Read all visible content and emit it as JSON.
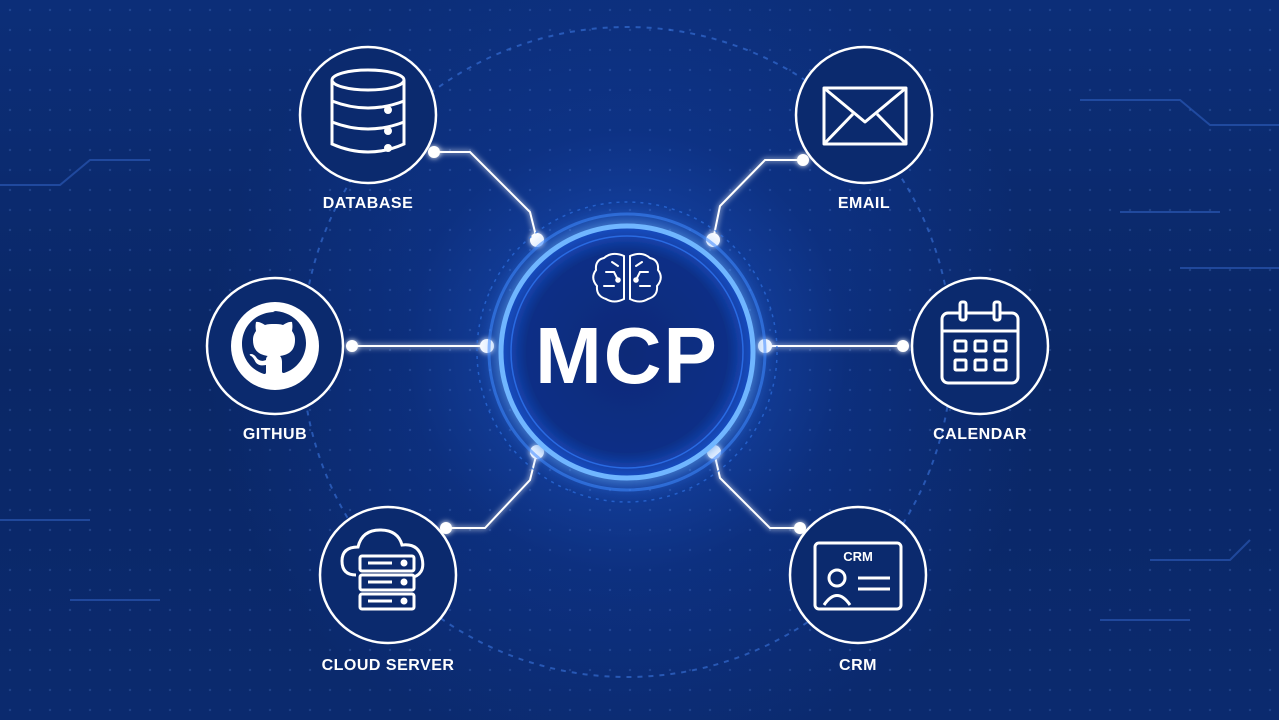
{
  "hub": {
    "title": "MCP",
    "icon": "brain-icon"
  },
  "nodes": [
    {
      "id": "database",
      "label": "DATABASE",
      "icon": "database-icon"
    },
    {
      "id": "email",
      "label": "EMAIL",
      "icon": "envelope-icon"
    },
    {
      "id": "github",
      "label": "GITHUB",
      "icon": "github-icon"
    },
    {
      "id": "calendar",
      "label": "CALENDAR",
      "icon": "calendar-icon"
    },
    {
      "id": "cloud_server",
      "label": "CLOUD SERVER",
      "icon": "cloud-server-icon"
    },
    {
      "id": "crm",
      "label": "CRM",
      "icon": "crm-card-icon",
      "card_text": "CRM"
    }
  ],
  "colors": {
    "background": "#0b2a6e",
    "accent": "#2f7bff",
    "glow": "#5aa8ff",
    "line": "#ffffff"
  }
}
